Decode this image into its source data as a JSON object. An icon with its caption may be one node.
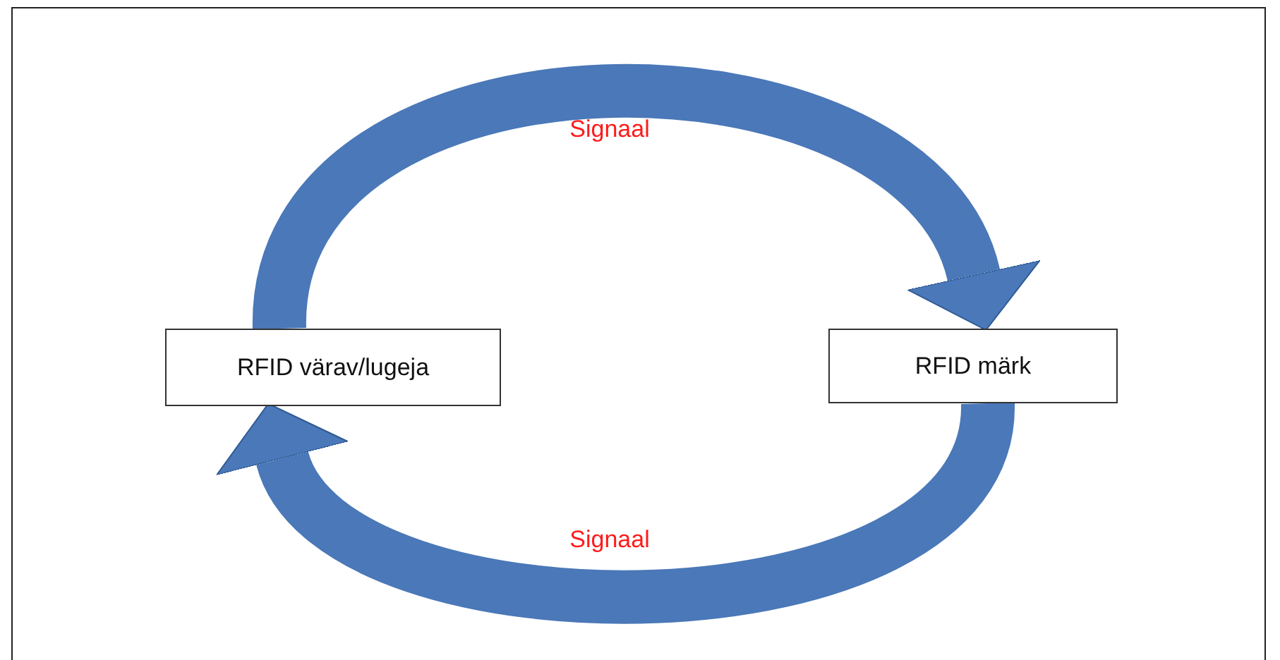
{
  "diagram": {
    "nodes": [
      {
        "text": [
          "RFID värav/lugeja"
        ]
      },
      {
        "text": [
          "RFID märk"
        ]
      }
    ],
    "edges": [
      {
        "from": 0,
        "to": 1,
        "arrow": "to",
        "label": "Signaal"
      },
      {
        "from": 1,
        "to": 0,
        "arrow": "to",
        "label": "Signaal"
      }
    ]
  }
}
